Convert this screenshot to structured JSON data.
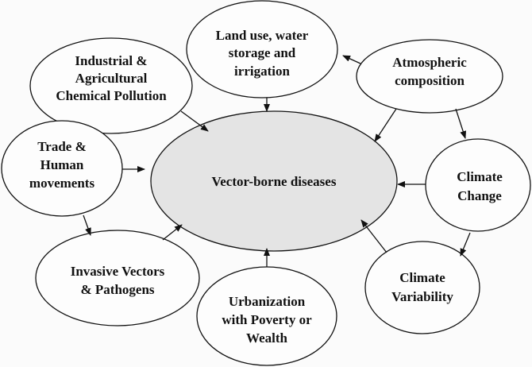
{
  "center": {
    "lines": [
      "Vector-borne diseases"
    ]
  },
  "nodes": {
    "land_use": {
      "lines": [
        "Land use, water",
        "storage and",
        "irrigation"
      ]
    },
    "industrial": {
      "lines": [
        "Industrial &",
        "Agricultural",
        "Chemical Pollution"
      ]
    },
    "atmospheric": {
      "lines": [
        "Atmospheric",
        "composition"
      ]
    },
    "trade": {
      "lines": [
        "Trade &",
        "Human",
        "movements"
      ]
    },
    "climate_change": {
      "lines": [
        "Climate",
        "Change"
      ]
    },
    "invasive": {
      "lines": [
        "Invasive Vectors",
        "& Pathogens"
      ]
    },
    "urbanization": {
      "lines": [
        "Urbanization",
        "with Poverty or",
        "Wealth"
      ]
    },
    "climate_variability": {
      "lines": [
        "Climate",
        "Variability"
      ]
    }
  }
}
